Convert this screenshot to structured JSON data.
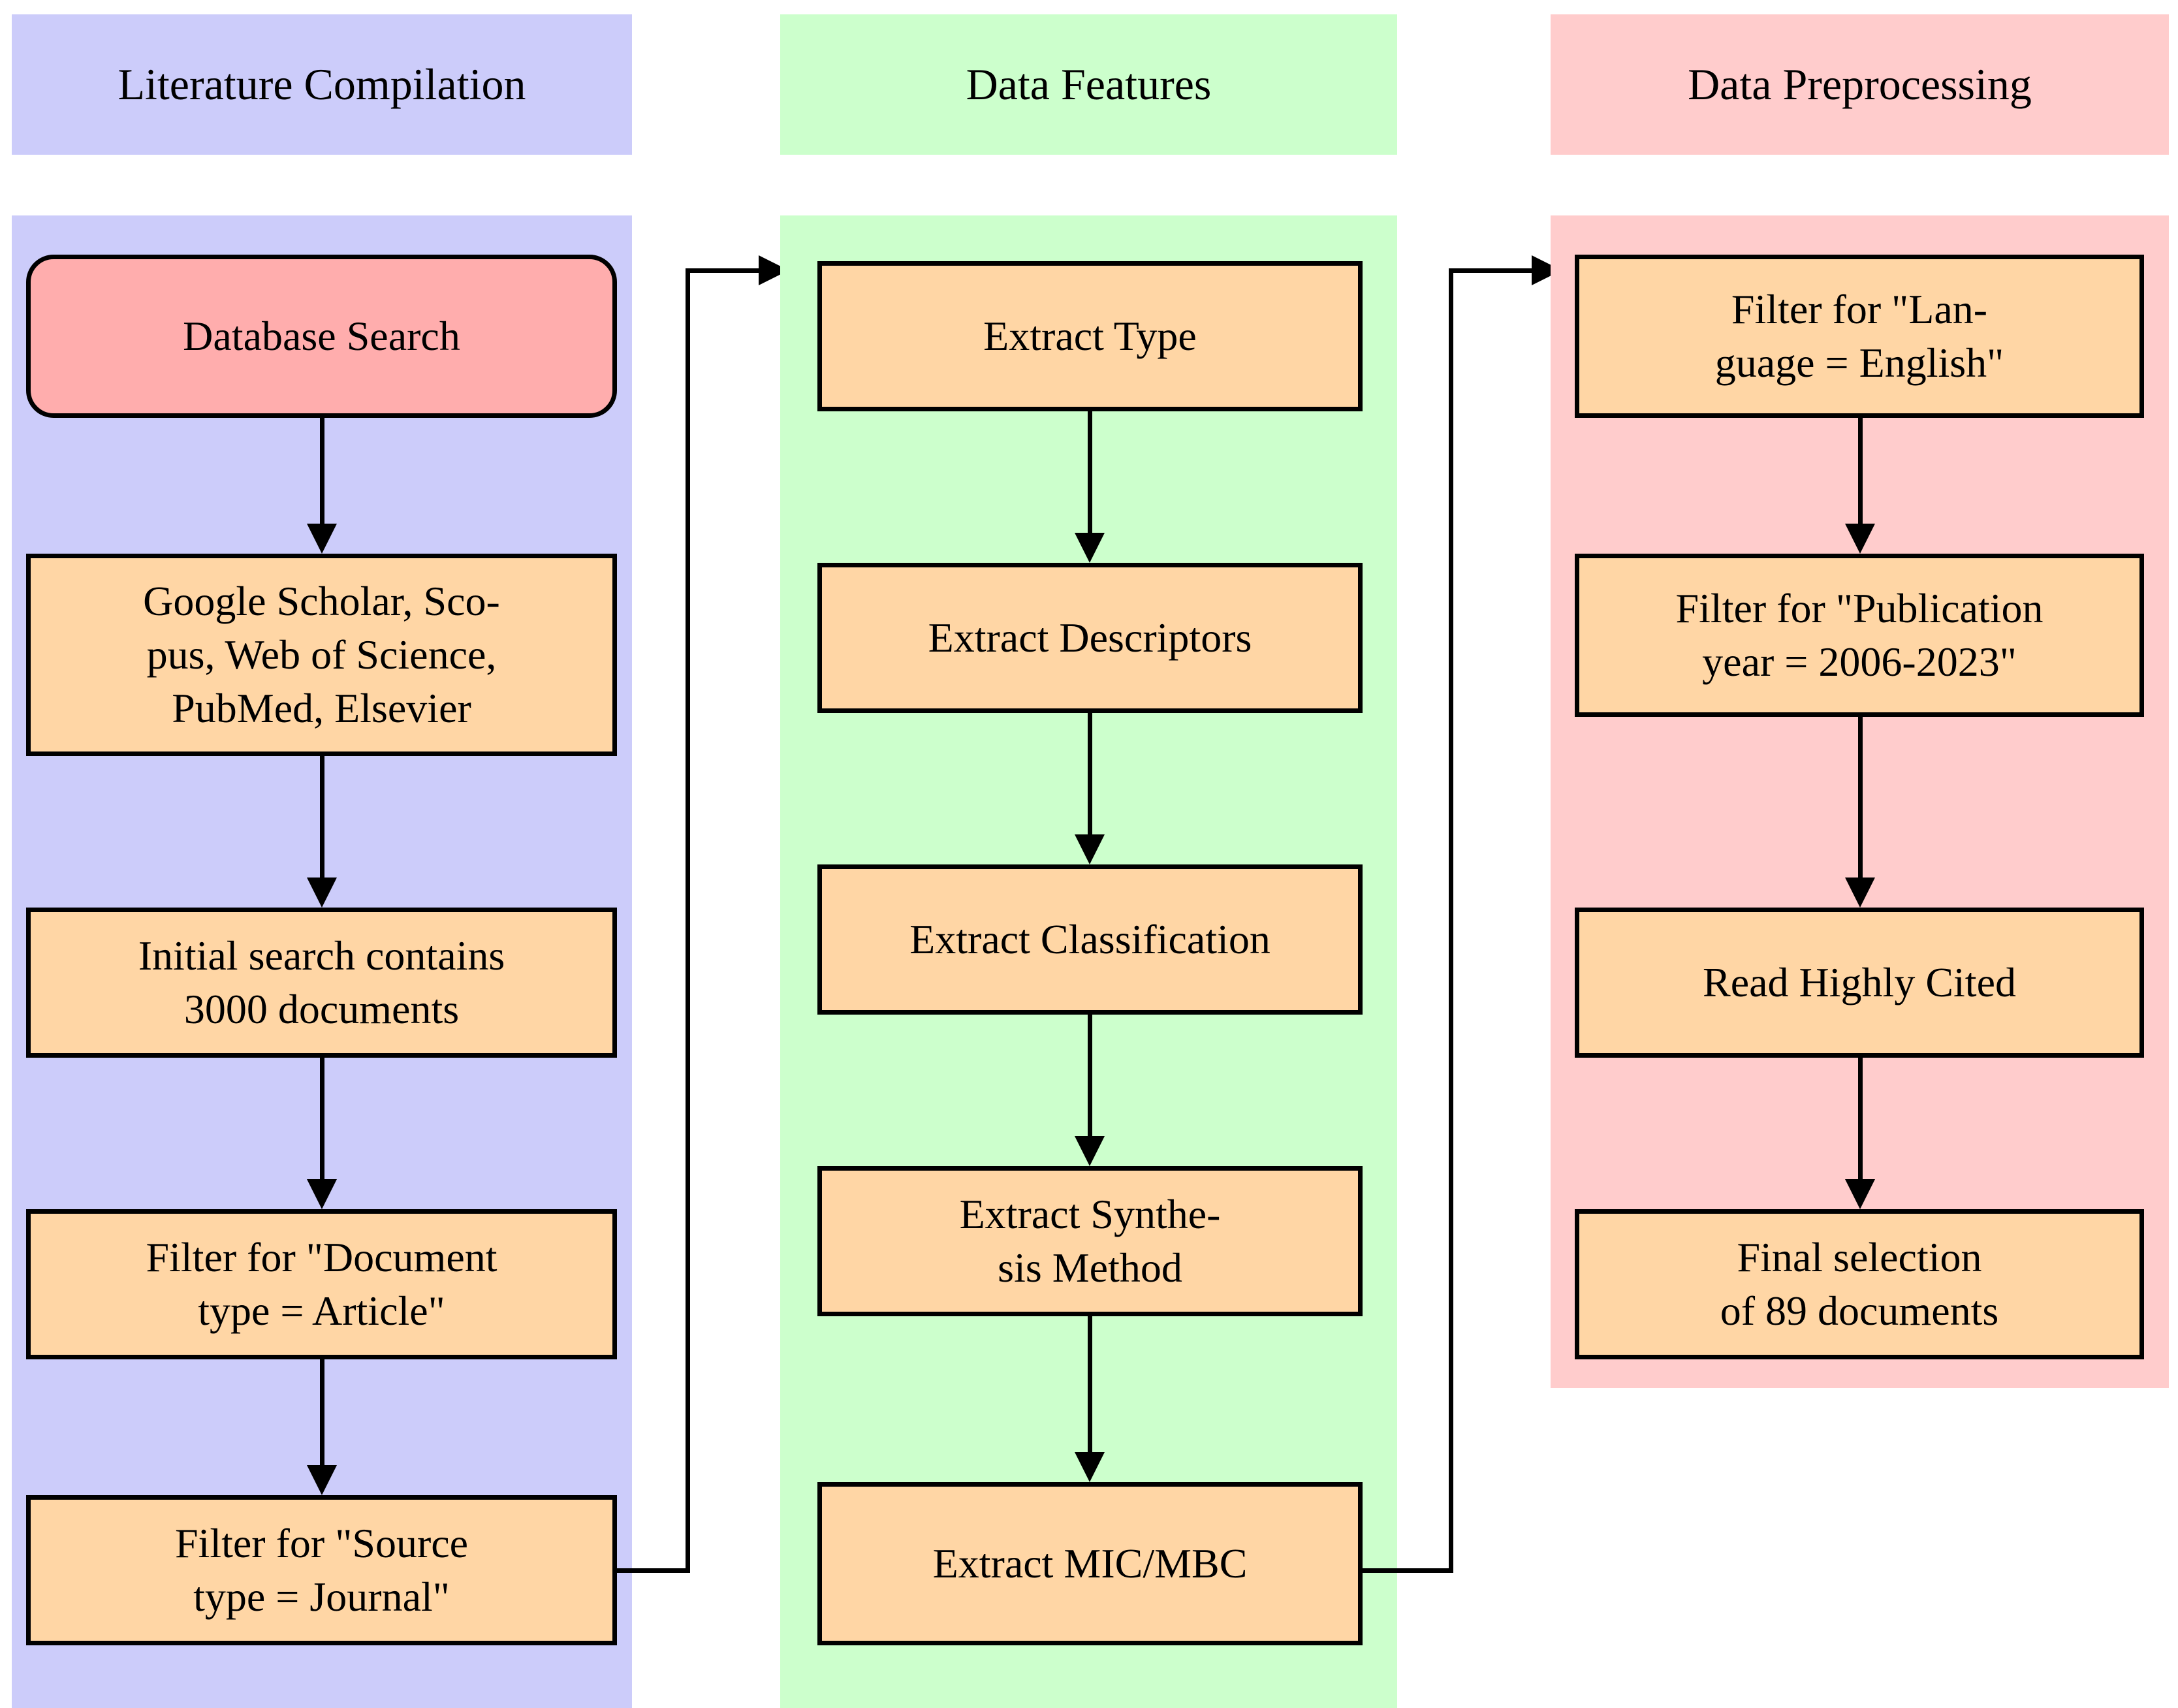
{
  "diagram": {
    "title": "Literature review workflow flowchart",
    "colors": {
      "column1_bg": "#ccccfa",
      "column2_bg": "#ccffcc",
      "column3_bg": "#ffcccc",
      "node_fill": "#ffd6a5",
      "start_node_fill": "#ffadad",
      "stroke": "#000000"
    }
  },
  "columns": [
    {
      "id": "literature-compilation",
      "header": "Literature Compilation",
      "bg": "#ccccfa",
      "nodes": [
        {
          "id": "database-search",
          "label": "Database Search",
          "shape": "rounded",
          "fill": "#ffadad"
        },
        {
          "id": "databases-list",
          "label": "Google Scholar, Sco-\npus, Web of Science,\nPubMed, Elsevier",
          "shape": "rect",
          "fill": "#ffd6a5"
        },
        {
          "id": "initial-search-count",
          "label": "Initial search contains\n3000 documents",
          "shape": "rect",
          "fill": "#ffd6a5"
        },
        {
          "id": "filter-document-type",
          "label": "Filter for \"Document\ntype = Article\"",
          "shape": "rect",
          "fill": "#ffd6a5"
        },
        {
          "id": "filter-source-type",
          "label": "Filter for \"Source\ntype = Journal\"",
          "shape": "rect",
          "fill": "#ffd6a5"
        }
      ]
    },
    {
      "id": "data-features",
      "header": "Data Features",
      "bg": "#ccffcc",
      "nodes": [
        {
          "id": "extract-type",
          "label": "Extract Type",
          "shape": "rect",
          "fill": "#ffd6a5"
        },
        {
          "id": "extract-descriptors",
          "label": "Extract Descriptors",
          "shape": "rect",
          "fill": "#ffd6a5"
        },
        {
          "id": "extract-classification",
          "label": "Extract Classification",
          "shape": "rect",
          "fill": "#ffd6a5"
        },
        {
          "id": "extract-synthesis-method",
          "label": "Extract Synthe-\nsis Method",
          "shape": "rect",
          "fill": "#ffd6a5"
        },
        {
          "id": "extract-mic-mbc",
          "label": "Extract MIC/MBC",
          "shape": "rect",
          "fill": "#ffd6a5"
        }
      ]
    },
    {
      "id": "data-preprocessing",
      "header": "Data Preprocessing",
      "bg": "#ffcccc",
      "nodes": [
        {
          "id": "filter-language",
          "label": "Filter for \"Lan-\nguage = English\"",
          "shape": "rect",
          "fill": "#ffd6a5"
        },
        {
          "id": "filter-publication-year",
          "label": "Filter for \"Publication\nyear = 2006-2023\"",
          "shape": "rect",
          "fill": "#ffd6a5"
        },
        {
          "id": "read-highly-cited",
          "label": "Read Highly Cited",
          "shape": "rect",
          "fill": "#ffd6a5"
        },
        {
          "id": "final-selection",
          "label": "Final selection\nof 89 documents",
          "shape": "rect",
          "fill": "#ffd6a5"
        }
      ]
    }
  ],
  "edges": [
    {
      "id": "e1",
      "from": "database-search",
      "to": "databases-list",
      "kind": "vertical-arrow"
    },
    {
      "id": "e2",
      "from": "databases-list",
      "to": "initial-search-count",
      "kind": "vertical-arrow"
    },
    {
      "id": "e3",
      "from": "initial-search-count",
      "to": "filter-document-type",
      "kind": "vertical-arrow"
    },
    {
      "id": "e4",
      "from": "filter-document-type",
      "to": "filter-source-type",
      "kind": "vertical-arrow"
    },
    {
      "id": "e5",
      "from": "filter-source-type",
      "to": "extract-type",
      "kind": "elbow-right-up-right"
    },
    {
      "id": "e6",
      "from": "extract-type",
      "to": "extract-descriptors",
      "kind": "vertical-arrow"
    },
    {
      "id": "e7",
      "from": "extract-descriptors",
      "to": "extract-classification",
      "kind": "vertical-arrow"
    },
    {
      "id": "e8",
      "from": "extract-classification",
      "to": "extract-synthesis-method",
      "kind": "vertical-arrow"
    },
    {
      "id": "e9",
      "from": "extract-synthesis-method",
      "to": "extract-mic-mbc",
      "kind": "vertical-arrow"
    },
    {
      "id": "e10",
      "from": "extract-mic-mbc",
      "to": "filter-language",
      "kind": "elbow-right-up-right"
    },
    {
      "id": "e11",
      "from": "filter-language",
      "to": "filter-publication-year",
      "kind": "vertical-arrow"
    },
    {
      "id": "e12",
      "from": "filter-publication-year",
      "to": "read-highly-cited",
      "kind": "vertical-arrow"
    },
    {
      "id": "e13",
      "from": "read-highly-cited",
      "to": "final-selection",
      "kind": "vertical-arrow"
    }
  ]
}
